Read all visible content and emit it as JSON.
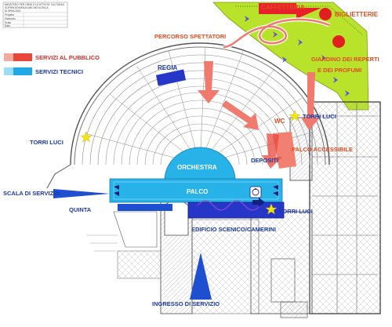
{
  "header": {
    "lines": [
      "MINISTERO PER I BENI E LE ATTIVITA' CULTURALI",
      "SOPRINTENDENZA ARCHEOLOGICA",
      "DI SIRACUSA"
    ],
    "fields": [
      "Progetto",
      "Elaborato",
      "Scala",
      "Data"
    ]
  },
  "legend": {
    "public_label": "SERVIZI AL PUBBLICO",
    "public_color": "#e8453b",
    "technical_label": "SERVIZI TECNICI",
    "technical_color": "#21a9e6"
  },
  "labels": {
    "caffetteria": "CAFFETTERIA",
    "biglietterie": "BIGLIETTERIE",
    "percorso": "PERCORSO SPETTATORI",
    "giardino_line1": "GIARDINO DEI REPERTI",
    "giardino_line2": "E DEI PROFUMI",
    "regia": "REGIA",
    "torri_luci_left": "TORRI LUCI",
    "torri_luci_right": "TORRI LUCI",
    "torri_luci_bottom": "TORRI LUCI",
    "wc": "WC",
    "palco_accessibile": "PALCO ACCESSIBILE",
    "orchestra": "ORCHESTRA",
    "depositi": "DEPOSITI",
    "palco": "PALCO",
    "scala_servizio": "SCALA DI SERVIZIO",
    "quinta": "QUINTA",
    "edificio": "EDIFICIO SCENICO/CAMERINI",
    "ingresso": "INGRESSO DI SERVIZIO"
  },
  "colors": {
    "public_red": "#e8453b",
    "public_text": "#e24b1e",
    "technical_blue": "#1c3aa8",
    "stage_cyan": "#27b3e8",
    "garden_green": "#b9e22a",
    "torch_yellow": "#f4e311"
  },
  "icons": [
    "ticket-dot-icon",
    "light-tower-icon",
    "accessible-icon",
    "arrow-icon"
  ]
}
